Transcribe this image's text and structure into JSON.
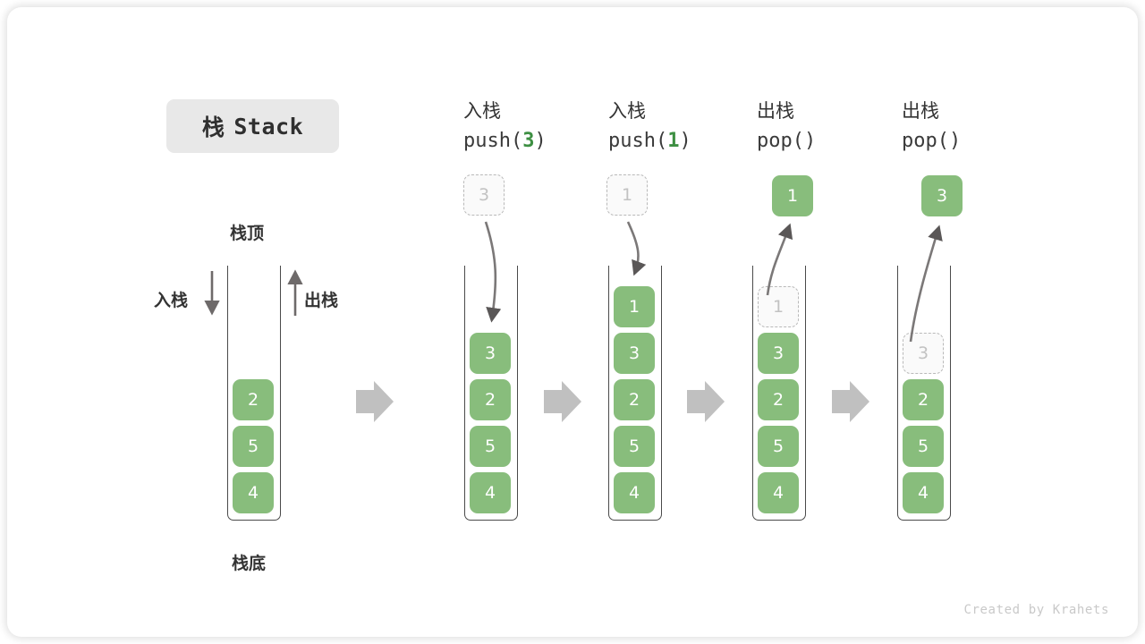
{
  "figure": {
    "title_cjk": "栈",
    "title_latin": "Stack",
    "credit": "Created by Krahets",
    "accent_green": "#88bd7c",
    "accent_green_text": "#3d8f42",
    "outline_gray": "#4a4a4a",
    "ghost_gray": "#c2c2c2",
    "step_arrow_gray": "#bfbfbf"
  },
  "labels": {
    "top_of_stack": "栈顶",
    "bottom_of_stack": "栈底",
    "push_side": "入栈",
    "pop_side": "出栈"
  },
  "steps": [
    {
      "id": "initial",
      "header_cjk": "",
      "header_code": "",
      "header_arg": "",
      "stack": [
        "2",
        "5",
        "4"
      ],
      "floating": null,
      "ghost_in_stack": null
    },
    {
      "id": "push-3",
      "header_cjk": "入栈",
      "header_code_prefix": "push(",
      "header_arg": "3",
      "header_code_suffix": ")",
      "stack": [
        "3",
        "2",
        "5",
        "4"
      ],
      "floating": {
        "value": "3",
        "style": "ghost"
      },
      "ghost_in_stack": null
    },
    {
      "id": "push-1",
      "header_cjk": "入栈",
      "header_code_prefix": "push(",
      "header_arg": "1",
      "header_code_suffix": ")",
      "stack": [
        "1",
        "3",
        "2",
        "5",
        "4"
      ],
      "floating": {
        "value": "1",
        "style": "ghost"
      },
      "ghost_in_stack": null
    },
    {
      "id": "pop-1",
      "header_cjk": "出栈",
      "header_code_prefix": "pop(",
      "header_arg": "",
      "header_code_suffix": ")",
      "stack": [
        "1",
        "3",
        "2",
        "5",
        "4"
      ],
      "floating": {
        "value": "1",
        "style": "solid"
      },
      "ghost_in_stack": "1"
    },
    {
      "id": "pop-3",
      "header_cjk": "出栈",
      "header_code_prefix": "pop(",
      "header_arg": "",
      "header_code_suffix": ")",
      "stack": [
        "3",
        "2",
        "5",
        "4"
      ],
      "floating": {
        "value": "3",
        "style": "solid"
      },
      "ghost_in_stack": "3"
    }
  ],
  "chart_data": {
    "type": "diagram",
    "title": "栈 Stack",
    "description": "Stack push and pop operation sequence",
    "frames": [
      {
        "label": "",
        "cells": [
          "2",
          "5",
          "4"
        ]
      },
      {
        "label": "入栈 push(3)",
        "cells": [
          "3",
          "2",
          "5",
          "4"
        ]
      },
      {
        "label": "入栈 push(1)",
        "cells": [
          "1",
          "3",
          "2",
          "5",
          "4"
        ]
      },
      {
        "label": "出栈 pop()",
        "cells": [
          "1",
          "3",
          "2",
          "5",
          "4"
        ],
        "removed": "1"
      },
      {
        "label": "出栈 pop()",
        "cells": [
          "3",
          "2",
          "5",
          "4"
        ],
        "removed": "3"
      }
    ]
  }
}
